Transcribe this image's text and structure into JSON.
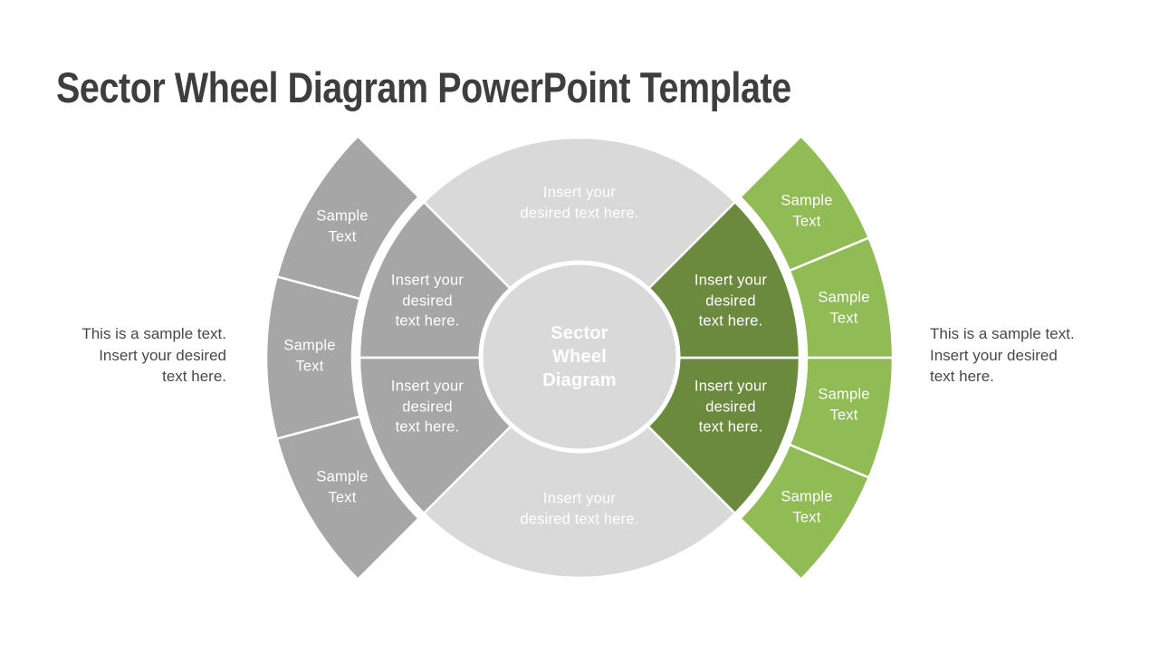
{
  "title": "Sector Wheel Diagram PowerPoint Template",
  "side_notes": {
    "left": "This is a sample text.\nInsert your desired\ntext here.",
    "right": "This is a sample text.\nInsert your desired\ntext here."
  },
  "wheel": {
    "center": {
      "label": "Sector\nWheel\nDiagram",
      "color": "#d9d9d9"
    },
    "middle_sectors": [
      {
        "id": "top",
        "label": "Insert your\ndesired text here.",
        "color": "#d9d9d9"
      },
      {
        "id": "left-upper",
        "label": "Insert your\ndesired\ntext here.",
        "color": "#a6a6a6"
      },
      {
        "id": "left-lower",
        "label": "Insert your\ndesired\ntext here.",
        "color": "#a6a6a6"
      },
      {
        "id": "bottom",
        "label": "Insert your\ndesired text here.",
        "color": "#d9d9d9"
      },
      {
        "id": "right-upper",
        "label": "Insert your\ndesired\ntext here.",
        "color": "#6c8a3e"
      },
      {
        "id": "right-lower",
        "label": "Insert your\ndesired\ntext here.",
        "color": "#6c8a3e"
      }
    ],
    "outer_left": [
      {
        "label": "Sample\nText",
        "color": "#a6a6a6"
      },
      {
        "label": "Sample\nText",
        "color": "#a6a6a6"
      },
      {
        "label": "Sample\nText",
        "color": "#a6a6a6"
      }
    ],
    "outer_right": [
      {
        "label": "Sample\nText",
        "color": "#90bb55"
      },
      {
        "label": "Sample\nText",
        "color": "#90bb55"
      },
      {
        "label": "Sample\nText",
        "color": "#90bb55"
      },
      {
        "label": "Sample\nText",
        "color": "#90bb55"
      }
    ]
  },
  "palette": {
    "background": "#ffffff",
    "divider": "#ffffff",
    "title_color": "#3e3e3e",
    "note_color": "#484848",
    "label_color": "#ffffff",
    "light_gray": "#d9d9d9",
    "medium_gray": "#a6a6a6",
    "dark_green": "#6c8a3e",
    "light_green": "#90bb55"
  }
}
